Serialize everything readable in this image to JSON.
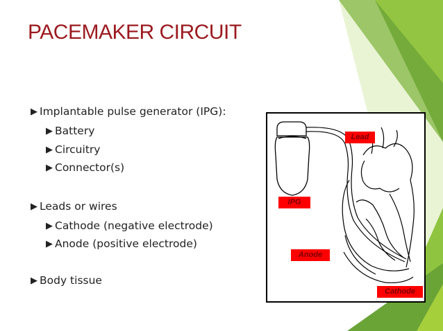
{
  "slide": {
    "title": "PACEMAKER CIRCUIT",
    "accent_colors": {
      "title": "#9b1a1f",
      "green_light": "#a6cf3c",
      "green_dark": "#6aa437",
      "label_fill": "#ff0000"
    },
    "bullets": [
      {
        "text": "Implantable pulse generator (IPG):",
        "level": 1,
        "icon": "arrow-right-icon"
      },
      {
        "text": "Battery",
        "level": 2,
        "icon": "arrow-right-icon"
      },
      {
        "text": "Circuitry",
        "level": 2,
        "icon": "arrow-right-icon"
      },
      {
        "text": "Connector(s)",
        "level": 2,
        "icon": "arrow-right-icon"
      },
      {
        "text": "Leads or wires",
        "level": 1,
        "icon": "arrow-right-icon"
      },
      {
        "text": "Cathode (negative electrode)",
        "level": 2,
        "icon": "arrow-right-icon"
      },
      {
        "text": "Anode (positive electrode)",
        "level": 2,
        "icon": "arrow-right-icon"
      },
      {
        "text": "Body tissue",
        "level": 1,
        "icon": "arrow-right-icon"
      }
    ],
    "figure": {
      "labels": {
        "lead": "Lead",
        "ipg": "IPG",
        "anode": "Anode",
        "cathode": "Cathode"
      }
    }
  }
}
